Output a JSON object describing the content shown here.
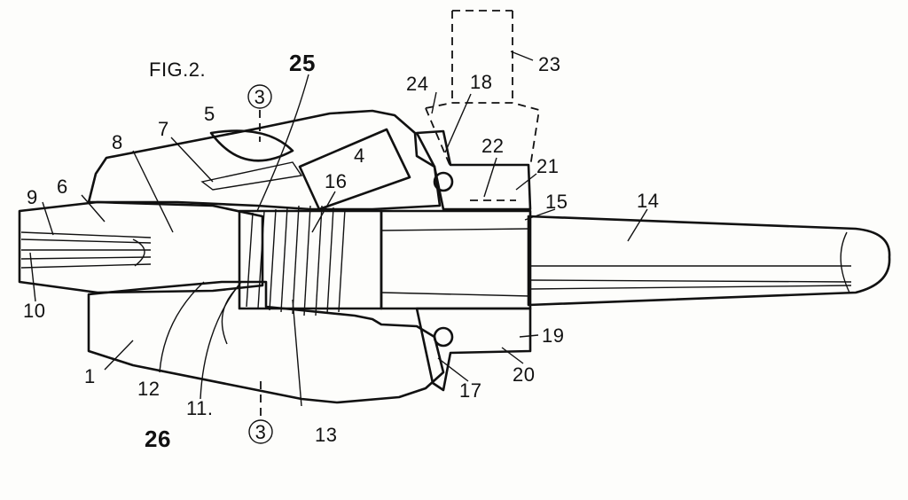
{
  "figure": {
    "title": "FIG.2.",
    "section_markers": [
      "3",
      "3"
    ],
    "reference_numerals": {
      "n1": "1",
      "n4": "4",
      "n5": "5",
      "n6": "6",
      "n7": "7",
      "n8": "8",
      "n9": "9",
      "n10": "10",
      "n11": "11.",
      "n12": "12",
      "n13": "13",
      "n14": "14",
      "n15": "15",
      "n16": "16",
      "n17": "17",
      "n18": "18",
      "n19": "19",
      "n20": "20",
      "n21": "21",
      "n22": "22",
      "n23": "23",
      "n24": "24",
      "n25": "25",
      "n26": "26"
    },
    "colors": {
      "ink": "#111111",
      "paper": "#fdfdfb"
    }
  }
}
